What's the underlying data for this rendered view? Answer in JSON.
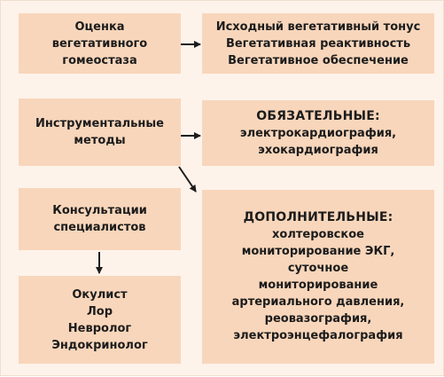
{
  "boxes": {
    "assessment": {
      "lines": [
        "Оценка",
        "вегетативного",
        "гомеостаза"
      ]
    },
    "assessment_result": {
      "lines": [
        "Исходный вегетативный тонус",
        "Вегетативная реактивность",
        "Вегетативное обеспечение"
      ]
    },
    "instrumental": {
      "lines": [
        "Инструментальные",
        "методы"
      ]
    },
    "mandatory": {
      "heading": "ОБЯЗАТЕЛЬНЫЕ:",
      "lines": [
        "электрокардиография,",
        "эхокардиография"
      ]
    },
    "consultations": {
      "lines": [
        "Консультации",
        "специалистов"
      ]
    },
    "additional": {
      "heading": "ДОПОЛНИТЕЛЬНЫЕ:",
      "lines": [
        "холтеровское",
        "мониторирование ЭКГ,",
        "суточное",
        "мониторирование",
        "артериального давления,",
        "реовазография,",
        "электроэнцефалография"
      ]
    },
    "specialists": {
      "lines": [
        "Окулист",
        "Лор",
        "Невролог",
        "Эндокринолог"
      ]
    }
  },
  "colors": {
    "background": "#fdf3ea",
    "box_fill": "#f8d6bb",
    "text": "#1c1c1c",
    "arrow": "#1c1c1c"
  }
}
